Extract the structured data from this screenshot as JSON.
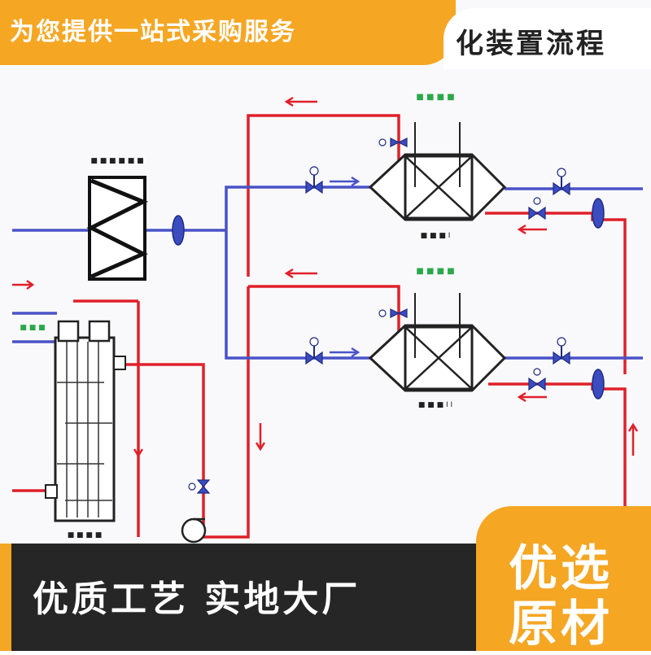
{
  "top_banner": {
    "text": "为您提供一站式采购服务"
  },
  "diagram_title": {
    "text": "化装置流程"
  },
  "bottom_bar": {
    "text": "优质工艺  实地大厂"
  },
  "badge": {
    "line1": "优选",
    "line2": "原材"
  },
  "colors": {
    "banner_orange": "#f5a623",
    "hot_pipe_red": "#e0202a",
    "cold_pipe_blue": "#4a52c8",
    "valve_blue": "#3a4cc0",
    "dark_bar": "#262626",
    "label_green": "#2aa84a"
  }
}
